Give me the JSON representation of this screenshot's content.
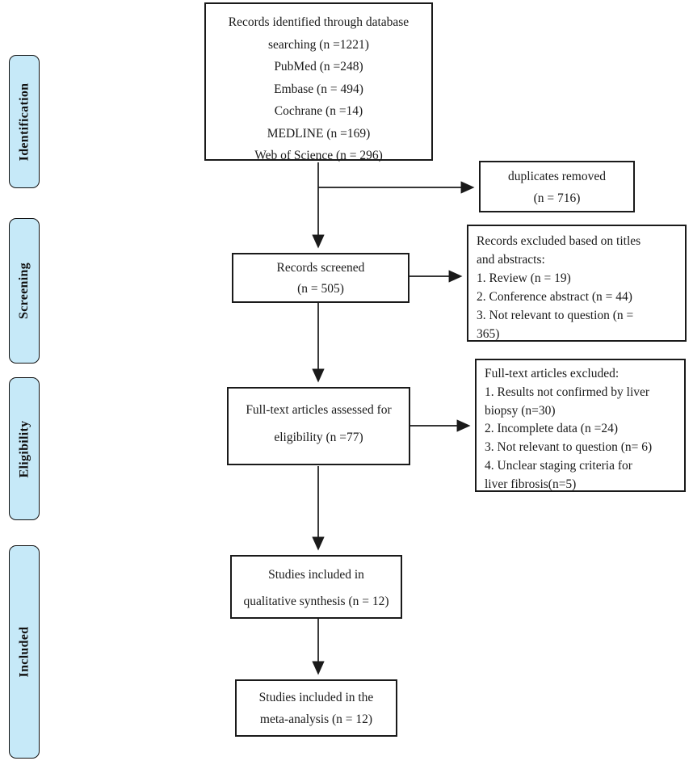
{
  "diagram_title": "PRISMA flow diagram",
  "colors": {
    "stage_fill": "#c6e9f8",
    "border": "#111111",
    "background": "#ffffff",
    "text": "#1a1a1a"
  },
  "sidebar": {
    "stages": [
      {
        "label": "Identification"
      },
      {
        "label": "Screening"
      },
      {
        "label": "Eligibility"
      },
      {
        "label": "Included"
      }
    ]
  },
  "flow": {
    "identified": {
      "lines": [
        "Records identified through database",
        "searching (n =1221)",
        "PubMed (n =248)",
        "Embase (n = 494)",
        "Cochrane (n =14)",
        "MEDLINE (n =169)",
        "Web of Science (n = 296)"
      ]
    },
    "duplicates_removed": {
      "lines": [
        "duplicates removed",
        "(n = 716)"
      ]
    },
    "records_screened": {
      "lines": [
        "Records screened",
        "(n = 505)"
      ]
    },
    "records_excluded": {
      "lines": [
        "Records excluded based on titles",
        "and abstracts:",
        "1. Review (n = 19)",
        "2. Conference abstract (n = 44)",
        "3. Not relevant to question (n =",
        "365)"
      ]
    },
    "fulltext_assessed": {
      "lines": [
        "Full-text articles assessed for",
        "eligibility (n =77)"
      ]
    },
    "fulltext_excluded": {
      "lines": [
        "Full-text articles excluded:",
        "1. Results not confirmed by liver",
        "biopsy (n=30)",
        "2. Incomplete data (n =24)",
        "3. Not relevant to question (n= 6)",
        "4. Unclear staging criteria for",
        "liver fibrosis(n=5)"
      ]
    },
    "qualitative_synthesis": {
      "lines": [
        "Studies included in",
        "qualitative synthesis (n = 12)"
      ]
    },
    "meta_analysis": {
      "lines": [
        "Studies included in the",
        "meta-analysis (n = 12)"
      ]
    }
  }
}
